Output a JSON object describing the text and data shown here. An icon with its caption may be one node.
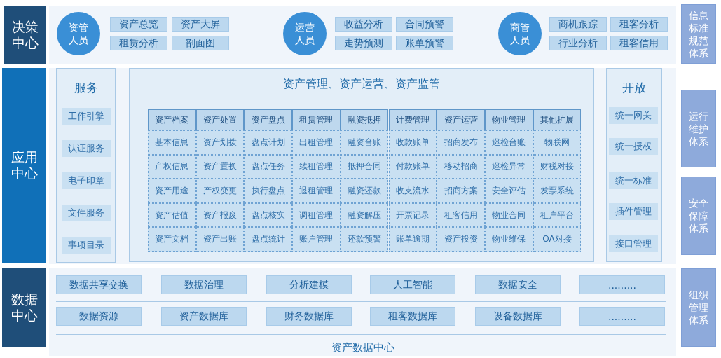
{
  "diagram": {
    "nodes": [
      {
        "text": [
          "决策中心"
        ]
      },
      {
        "text": [
          "资管人员"
        ]
      },
      {
        "text": [
          "资产总览"
        ]
      },
      {
        "text": [
          "资产大屏"
        ]
      },
      {
        "text": [
          "租赁分析"
        ]
      },
      {
        "text": [
          "剖面图"
        ]
      },
      {
        "text": [
          "运营人员"
        ]
      },
      {
        "text": [
          "收益分析"
        ]
      },
      {
        "text": [
          "合同预警"
        ]
      },
      {
        "text": [
          "走势预测"
        ]
      },
      {
        "text": [
          "账单预警"
        ]
      },
      {
        "text": [
          "商管人员"
        ]
      },
      {
        "text": [
          "商机跟踪"
        ]
      },
      {
        "text": [
          "租客分析"
        ]
      },
      {
        "text": [
          "行业分析"
        ]
      },
      {
        "text": [
          "租客信用"
        ]
      },
      {
        "text": [
          "信息标准规范体系"
        ]
      },
      {
        "text": [
          "应用中心"
        ]
      },
      {
        "text": [
          "服务"
        ]
      },
      {
        "text": [
          "工作引擎"
        ],
        "in": 18
      },
      {
        "text": [
          "认证服务"
        ],
        "in": 18
      },
      {
        "text": [
          "电子印章"
        ],
        "in": 18
      },
      {
        "text": [
          "文件服务"
        ],
        "in": 18
      },
      {
        "text": [
          "事项目录"
        ],
        "in": 18
      },
      {
        "text": [
          "资产管理、资产运营、资产监管"
        ]
      },
      {
        "text": [
          "资产档案"
        ],
        "in": 24
      },
      {
        "text": [
          "资产处置"
        ],
        "in": 24
      },
      {
        "text": [
          "资产盘点"
        ],
        "in": 24
      },
      {
        "text": [
          "租赁管理"
        ],
        "in": 24
      },
      {
        "text": [
          "融资抵押"
        ],
        "in": 24
      },
      {
        "text": [
          "计费管理"
        ],
        "in": 24
      },
      {
        "text": [
          "资产运营"
        ],
        "in": 24
      },
      {
        "text": [
          "物业管理"
        ],
        "in": 24
      },
      {
        "text": [
          "其他扩展"
        ],
        "in": 24
      },
      {
        "text": [
          "基本信息"
        ],
        "in": 24
      },
      {
        "text": [
          "资产划拨"
        ],
        "in": 24
      },
      {
        "text": [
          "盘点计划"
        ],
        "in": 24
      },
      {
        "text": [
          "出租管理"
        ],
        "in": 24
      },
      {
        "text": [
          "融资台账"
        ],
        "in": 24
      },
      {
        "text": [
          "收款账单"
        ],
        "in": 24
      },
      {
        "text": [
          "招商发布"
        ],
        "in": 24
      },
      {
        "text": [
          "巡检台账"
        ],
        "in": 24
      },
      {
        "text": [
          "物联网"
        ],
        "in": 24
      },
      {
        "text": [
          "产权信息"
        ],
        "in": 24
      },
      {
        "text": [
          "资产置换"
        ],
        "in": 24
      },
      {
        "text": [
          "盘点任务"
        ],
        "in": 24
      },
      {
        "text": [
          "续租管理"
        ],
        "in": 24
      },
      {
        "text": [
          "抵押合同"
        ],
        "in": 24
      },
      {
        "text": [
          "付款账单"
        ],
        "in": 24
      },
      {
        "text": [
          "移动招商"
        ],
        "in": 24
      },
      {
        "text": [
          "巡检异常"
        ],
        "in": 24
      },
      {
        "text": [
          "财税对接"
        ],
        "in": 24
      },
      {
        "text": [
          "资产用途"
        ],
        "in": 24
      },
      {
        "text": [
          "产权变更"
        ],
        "in": 24
      },
      {
        "text": [
          "执行盘点"
        ],
        "in": 24
      },
      {
        "text": [
          "退租管理"
        ],
        "in": 24
      },
      {
        "text": [
          "融资还款"
        ],
        "in": 24
      },
      {
        "text": [
          "收支流水"
        ],
        "in": 24
      },
      {
        "text": [
          "招商方案"
        ],
        "in": 24
      },
      {
        "text": [
          "安全评估"
        ],
        "in": 24
      },
      {
        "text": [
          "发票系统"
        ],
        "in": 24
      },
      {
        "text": [
          "资产估值"
        ],
        "in": 24
      },
      {
        "text": [
          "资产报废"
        ],
        "in": 24
      },
      {
        "text": [
          "盘点核实"
        ],
        "in": 24
      },
      {
        "text": [
          "调租管理"
        ],
        "in": 24
      },
      {
        "text": [
          "融资解压"
        ],
        "in": 24
      },
      {
        "text": [
          "开票记录"
        ],
        "in": 24
      },
      {
        "text": [
          "租客信用"
        ],
        "in": 24
      },
      {
        "text": [
          "物业合同"
        ],
        "in": 24
      },
      {
        "text": [
          "租户平台"
        ],
        "in": 24
      },
      {
        "text": [
          "资产文档"
        ],
        "in": 24
      },
      {
        "text": [
          "资产出账"
        ],
        "in": 24
      },
      {
        "text": [
          "盘点统计"
        ],
        "in": 24
      },
      {
        "text": [
          "账户管理"
        ],
        "in": 24
      },
      {
        "text": [
          "还款预警"
        ],
        "in": 24
      },
      {
        "text": [
          "账单逾期"
        ],
        "in": 24
      },
      {
        "text": [
          "资产投资"
        ],
        "in": 24
      },
      {
        "text": [
          "物业维保"
        ],
        "in": 24
      },
      {
        "text": [
          "OA对接"
        ],
        "in": 24
      },
      {
        "text": [
          "开放"
        ]
      },
      {
        "text": [
          "统一网关"
        ],
        "in": 79
      },
      {
        "text": [
          "统一授权"
        ],
        "in": 79
      },
      {
        "text": [
          "统一标准"
        ],
        "in": 79
      },
      {
        "text": [
          "插件管理"
        ],
        "in": 79
      },
      {
        "text": [
          "接口管理"
        ],
        "in": 79
      },
      {
        "text": [
          "运行维护体系"
        ]
      },
      {
        "text": [
          "安全保障体系"
        ]
      },
      {
        "text": [
          "数据中心"
        ]
      },
      {
        "text": [
          "资产数据中心"
        ]
      },
      {
        "text": [
          "数据共享交换"
        ],
        "in": 88
      },
      {
        "text": [
          "数据治理"
        ],
        "in": 88
      },
      {
        "text": [
          "分析建模"
        ],
        "in": 88
      },
      {
        "text": [
          "人工智能"
        ],
        "in": 88
      },
      {
        "text": [
          "数据安全"
        ],
        "in": 88
      },
      {
        "text": [
          "........."
        ],
        "in": 88
      },
      {
        "text": [
          "数据资源"
        ],
        "in": 88
      },
      {
        "text": [
          "资产数据库"
        ],
        "in": 88
      },
      {
        "text": [
          "财务数据库"
        ],
        "in": 88
      },
      {
        "text": [
          "租客数据库"
        ],
        "in": 88
      },
      {
        "text": [
          "设备数据库"
        ],
        "in": 88
      },
      {
        "text": [
          "........."
        ],
        "in": 88
      },
      {
        "text": [
          "组织管理体系"
        ]
      }
    ]
  }
}
